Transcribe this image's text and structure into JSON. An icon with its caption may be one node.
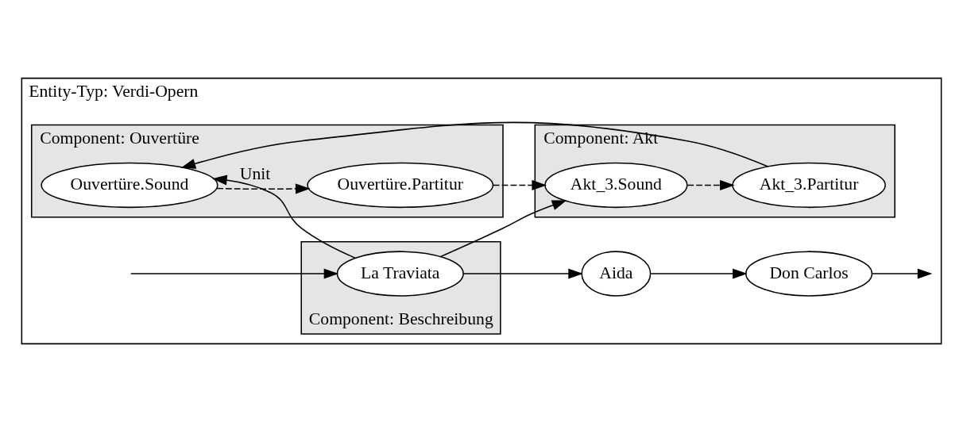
{
  "diagram": {
    "nodes": [
      {
        "text": [
          "Entity-Typ: Verdi-Opern"
        ]
      },
      {
        "text": [
          "Component: Beschreibung"
        ],
        "in": 0
      },
      {
        "text": [
          "La Traviata"
        ],
        "in": 1
      },
      {
        "text": [
          "Aida"
        ],
        "in": 0
      },
      {
        "text": [
          "Don Carlos"
        ],
        "in": 0
      },
      {
        "text": [
          "Component: Ouvertüre"
        ],
        "in": 0
      },
      {
        "text": [
          "Ouvertüre.Sound"
        ],
        "in": 5
      },
      {
        "text": [
          "Ouvertüre.Partitur"
        ],
        "in": 5
      },
      {
        "text": [
          "Component: Akt"
        ],
        "in": 0
      },
      {
        "text": [
          "Akt_3.Sound"
        ],
        "in": 8
      },
      {
        "text": [
          "Akt_3.Partitur"
        ],
        "in": 8
      }
    ],
    "edges": [
      {
        "from": null,
        "to": 2,
        "arrow": "to"
      },
      {
        "from": 2,
        "to": 3,
        "arrow": "to"
      },
      {
        "from": 3,
        "to": 4,
        "arrow": "to"
      },
      {
        "from": 4,
        "to": null,
        "arrow": "to"
      },
      {
        "from": 2,
        "to": 6,
        "arrow": "to",
        "label": "Unit"
      },
      {
        "from": 2,
        "to": 9,
        "arrow": "to"
      },
      {
        "from": 6,
        "to": 7,
        "arrow": "to",
        "style": "dashed"
      },
      {
        "from": 7,
        "to": 9,
        "arrow": "to",
        "style": "dashed"
      },
      {
        "from": 9,
        "to": 10,
        "arrow": "to",
        "style": "dashed"
      },
      {
        "from": 10,
        "to": 6,
        "arrow": "to"
      }
    ]
  }
}
